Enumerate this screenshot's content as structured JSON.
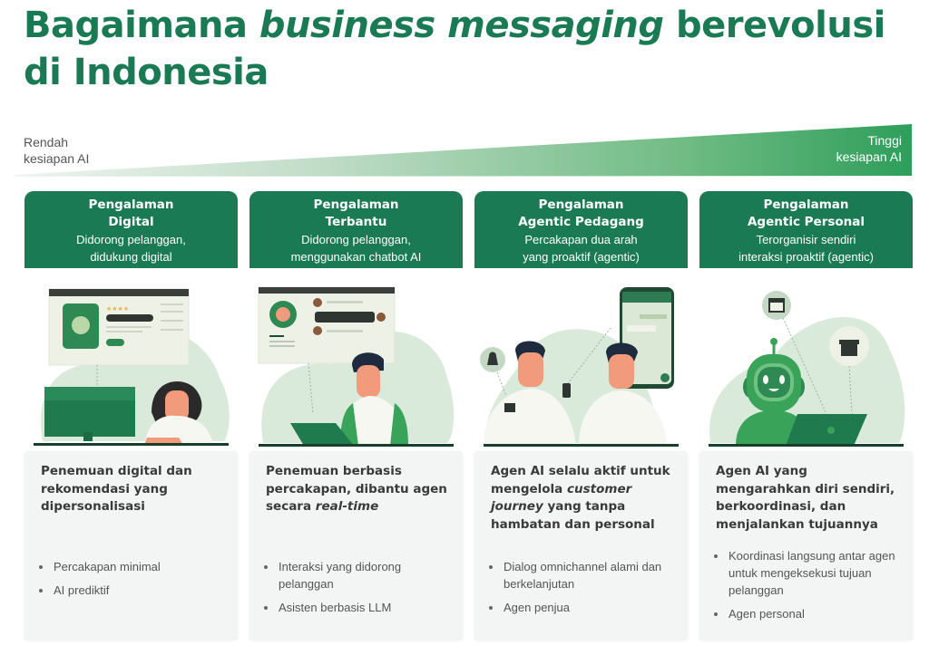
{
  "title": {
    "part1": "Bagaimana ",
    "part2_italic": "business messaging",
    "part3": " berevolusi",
    "line2": "di Indonesia"
  },
  "readiness_scale": {
    "low_label_line1": "Rendah",
    "low_label_line2": "kesiapan AI",
    "high_label_line1": "Tinggi",
    "high_label_line2": "kesiapan AI",
    "colors": {
      "start": "#e3efe6",
      "end": "#2e9e5b"
    }
  },
  "colors": {
    "brand_green": "#1a7a53",
    "card_body_bg": "#f3f4f4",
    "illustration_bg": "#d9eadb"
  },
  "columns": [
    {
      "header_title_line1": "Pengalaman",
      "header_title_line2": "Digital",
      "header_sub_line1": "Didorong pelanggan,",
      "header_sub_line2": "didukung digital",
      "illustration": "woman-at-desktop-product-page",
      "lead_parts": [
        "Penemuan digital dan rekomendasi yang dipersonalisasi"
      ],
      "bullets": [
        "Percakapan minimal",
        "AI prediktif"
      ]
    },
    {
      "header_title_line1": "Pengalaman",
      "header_title_line2": "Terbantu",
      "header_sub_line1": "Didorong pelanggan,",
      "header_sub_line2": "menggunakan chatbot AI",
      "illustration": "man-with-laptop-chat-window",
      "lead_text": "Penemuan berbasis percakapan, dibantu agen secara ",
      "lead_italic": "real-time",
      "bullets": [
        "Interaksi yang didorong pelanggan",
        "Asisten berbasis LLM"
      ]
    },
    {
      "header_title_line1": "Pengalaman",
      "header_title_line2": "Agentic Pedagang",
      "header_sub_line1": "Percakapan dua arah",
      "header_sub_line2": "yang proaktif (agentic)",
      "illustration": "merchant-and-customer-phone-chat",
      "lead_text": "Agen AI selalu aktif untuk mengelola ",
      "lead_italic": "customer journey",
      "lead_text_after": " yang tanpa hambatan dan personal",
      "bullets": [
        "Dialog omnichannel alami dan berkelanjutan",
        "Agen penjua"
      ]
    },
    {
      "header_title_line1": "Pengalaman",
      "header_title_line2": "Agentic Personal",
      "header_sub_line1": "Terorganisir sendiri",
      "header_sub_line2": "interaksi proaktif (agentic)",
      "illustration": "robot-with-laptop-calendar-gift",
      "lead_text": "Agen AI yang mengarahkan diri sendiri, berkoordinasi, dan menjalankan tujuannya",
      "bullets": [
        "Koordinasi langsung antar agen untuk mengeksekusi tujuan pelanggan",
        "Agen personal"
      ]
    }
  ]
}
